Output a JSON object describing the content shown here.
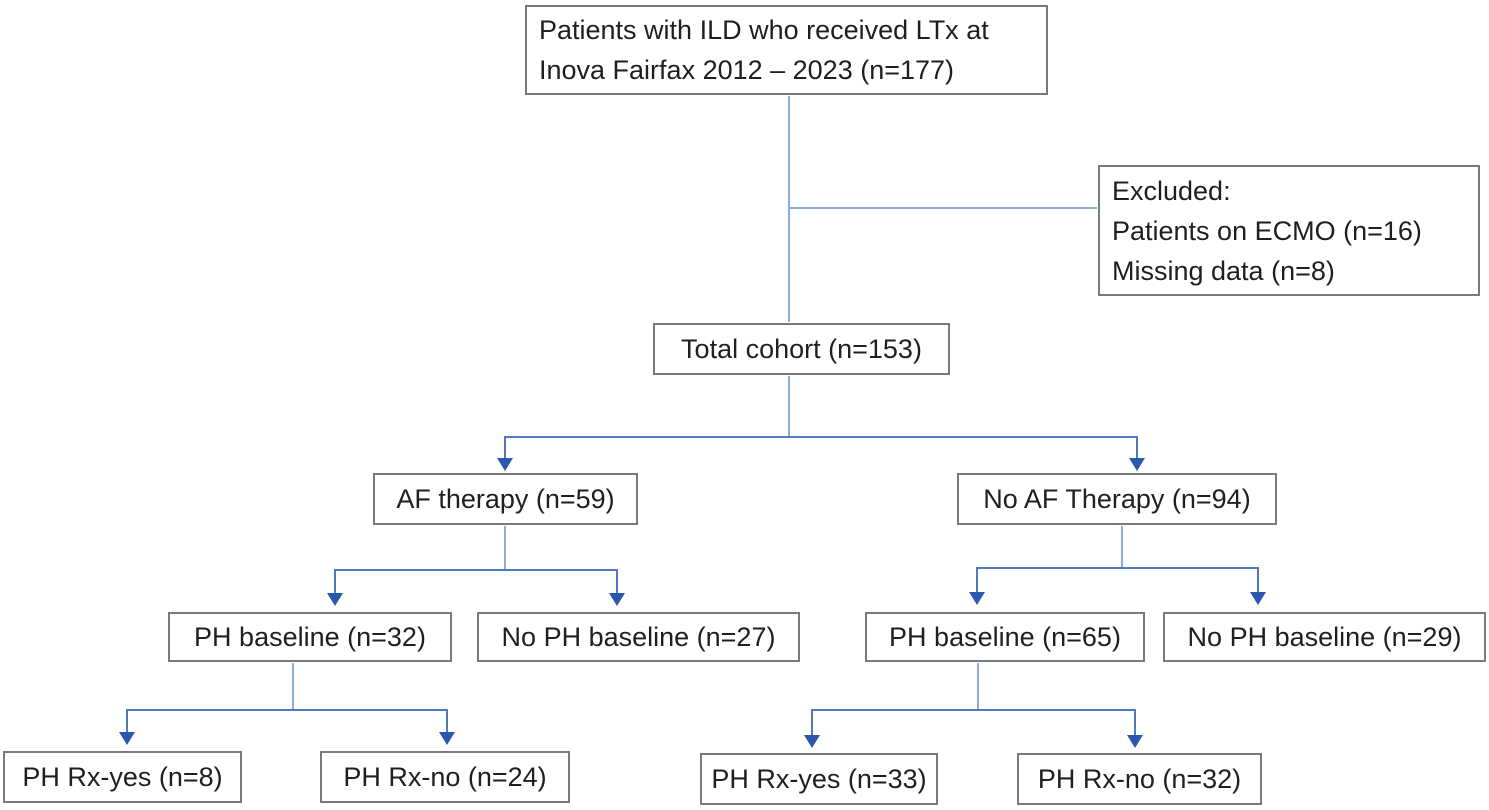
{
  "diagram": {
    "type": "patient-flow-chart",
    "nodes": {
      "root": {
        "label": "Patients with ILD who received LTx at\nInova Fairfax 2012 – 2023 (n=177)"
      },
      "excluded": {
        "label": "Excluded:\nPatients on ECMO (n=16)\nMissing data (n=8)"
      },
      "total": {
        "label": "Total cohort (n=153)"
      },
      "af_therapy": {
        "label": "AF therapy (n=59)"
      },
      "no_af_therapy": {
        "label": "No AF Therapy (n=94)"
      },
      "ph_baseline_af": {
        "label": "PH baseline (n=32)"
      },
      "no_ph_baseline_af": {
        "label": "No PH baseline (n=27)"
      },
      "ph_baseline_noaf": {
        "label": "PH baseline (n=65)"
      },
      "no_ph_baseline_noaf": {
        "label": "No PH baseline (n=29)"
      },
      "ph_rx_yes_af": {
        "label": "PH Rx-yes (n=8)"
      },
      "ph_rx_no_af": {
        "label": "PH Rx-no (n=24)"
      },
      "ph_rx_yes_noaf": {
        "label": "PH Rx-yes (n=33)"
      },
      "ph_rx_no_noaf": {
        "label": "PH Rx-no (n=32)"
      }
    },
    "colors": {
      "connector_vertical": "#8fabdc",
      "connector_branch": "#4f79c4",
      "arrowhead": "#2b57ae",
      "box_border": "#7a7a7a",
      "box_fill": "#ffffff",
      "text": "#1f1f1f",
      "background": "#ffffff"
    }
  }
}
